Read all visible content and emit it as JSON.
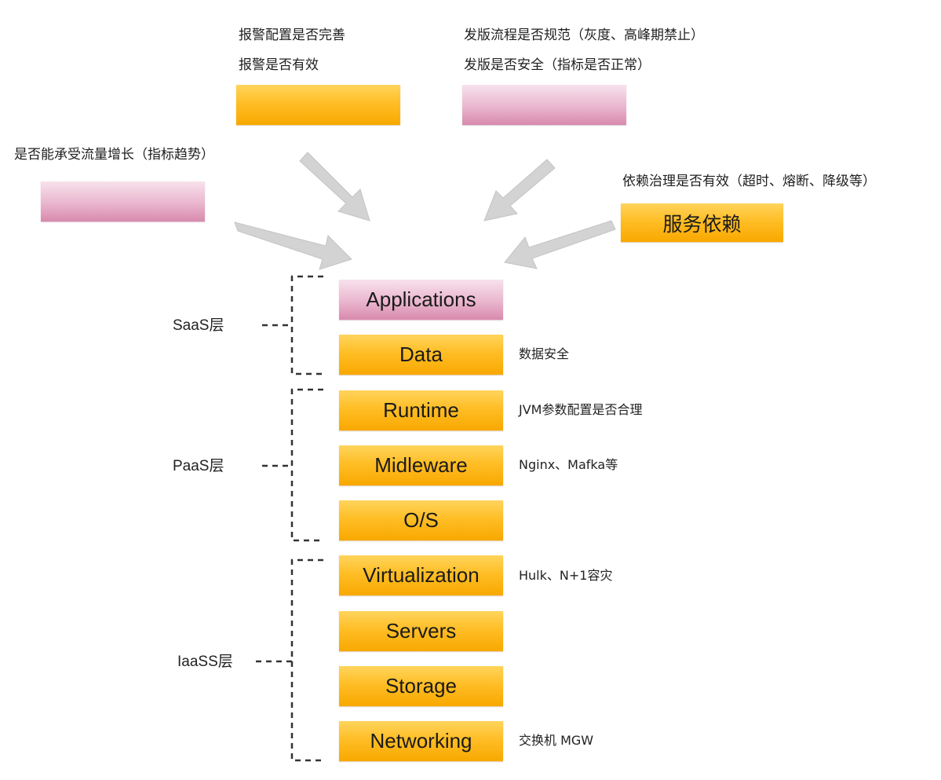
{
  "top_notes": {
    "alarm_line1": "报警配置是否完善",
    "alarm_line2": "报警是否有效",
    "release_line1": "发版流程是否规范（灰度、高峰期禁止）",
    "release_line2": "发版是否安全（指标是否正常）",
    "traffic": "是否能承受流量增长（指标趋势）",
    "dependency": "依赖治理是否有效（超时、熔断、降级等）"
  },
  "service_dependency_box": "服务依赖",
  "layers": {
    "saas": "SaaS层",
    "paas": "PaaS层",
    "iaas": "IaaSS层"
  },
  "stack": [
    {
      "label": "Applications",
      "note": ""
    },
    {
      "label": "Data",
      "note": "数据安全"
    },
    {
      "label": "Runtime",
      "note": "JVM参数配置是否合理"
    },
    {
      "label": "Midleware",
      "note": "Nginx、Mafka等"
    },
    {
      "label": "O/S",
      "note": ""
    },
    {
      "label": "Virtualization",
      "note": "Hulk、N+1容灾"
    },
    {
      "label": "Servers",
      "note": ""
    },
    {
      "label": "Storage",
      "note": ""
    },
    {
      "label": "Networking",
      "note": "交换机 MGW"
    }
  ],
  "colors": {
    "orange": "#ffbe26",
    "pink": "#eab6ce",
    "arrow": "#cfcfcf",
    "bracket": "#333333"
  }
}
